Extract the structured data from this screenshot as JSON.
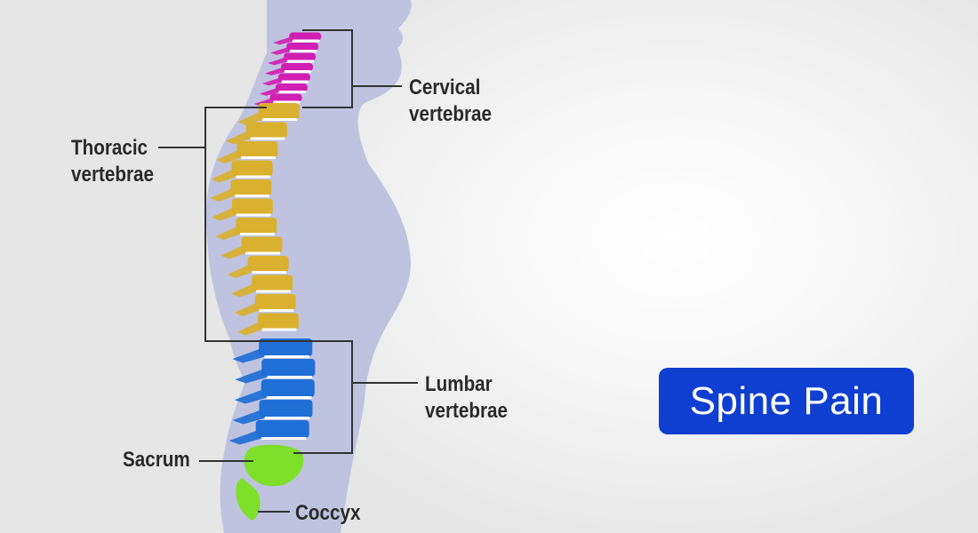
{
  "labels": {
    "cervical": [
      "Cervical",
      "vertebrae"
    ],
    "thoracic": [
      "Thoracic",
      "vertebrae"
    ],
    "lumbar": [
      "Lumbar",
      "vertebrae"
    ],
    "sacrum": "Sacrum",
    "coccyx": "Coccyx"
  },
  "badge": {
    "text": "Spine Pain"
  },
  "colors": {
    "silhouette": "#bfc3e0",
    "cervical": "#d21fb3",
    "thoracic": "#d9b12f",
    "lumbar": "#1f6fd6",
    "sacrum": "#7ee02a",
    "disc": "#ffffff",
    "leader_line": "#333333",
    "badge_bg": "#0f3fd0",
    "badge_text": "#ffffff"
  }
}
